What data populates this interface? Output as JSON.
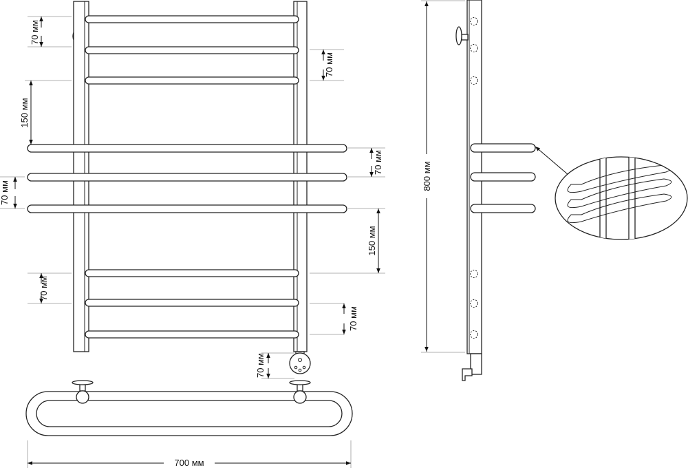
{
  "labels": {
    "top_left_spacing": "70 мм",
    "top_right_spacing": "70 мм",
    "left_section_gap": "150 мм",
    "mid_right_spacing": "70 мм",
    "mid_left_spacing": "70 мм",
    "right_section_gap": "150 мм",
    "bottom_left_spacing": "70 мм",
    "bottom_right_spacing": "70 мм",
    "heater_spacing": "70 мм",
    "total_height": "800 мм",
    "total_width": "700 мм"
  },
  "colors": {
    "line": "#222222",
    "extension": "#999999",
    "background": "#ffffff"
  }
}
